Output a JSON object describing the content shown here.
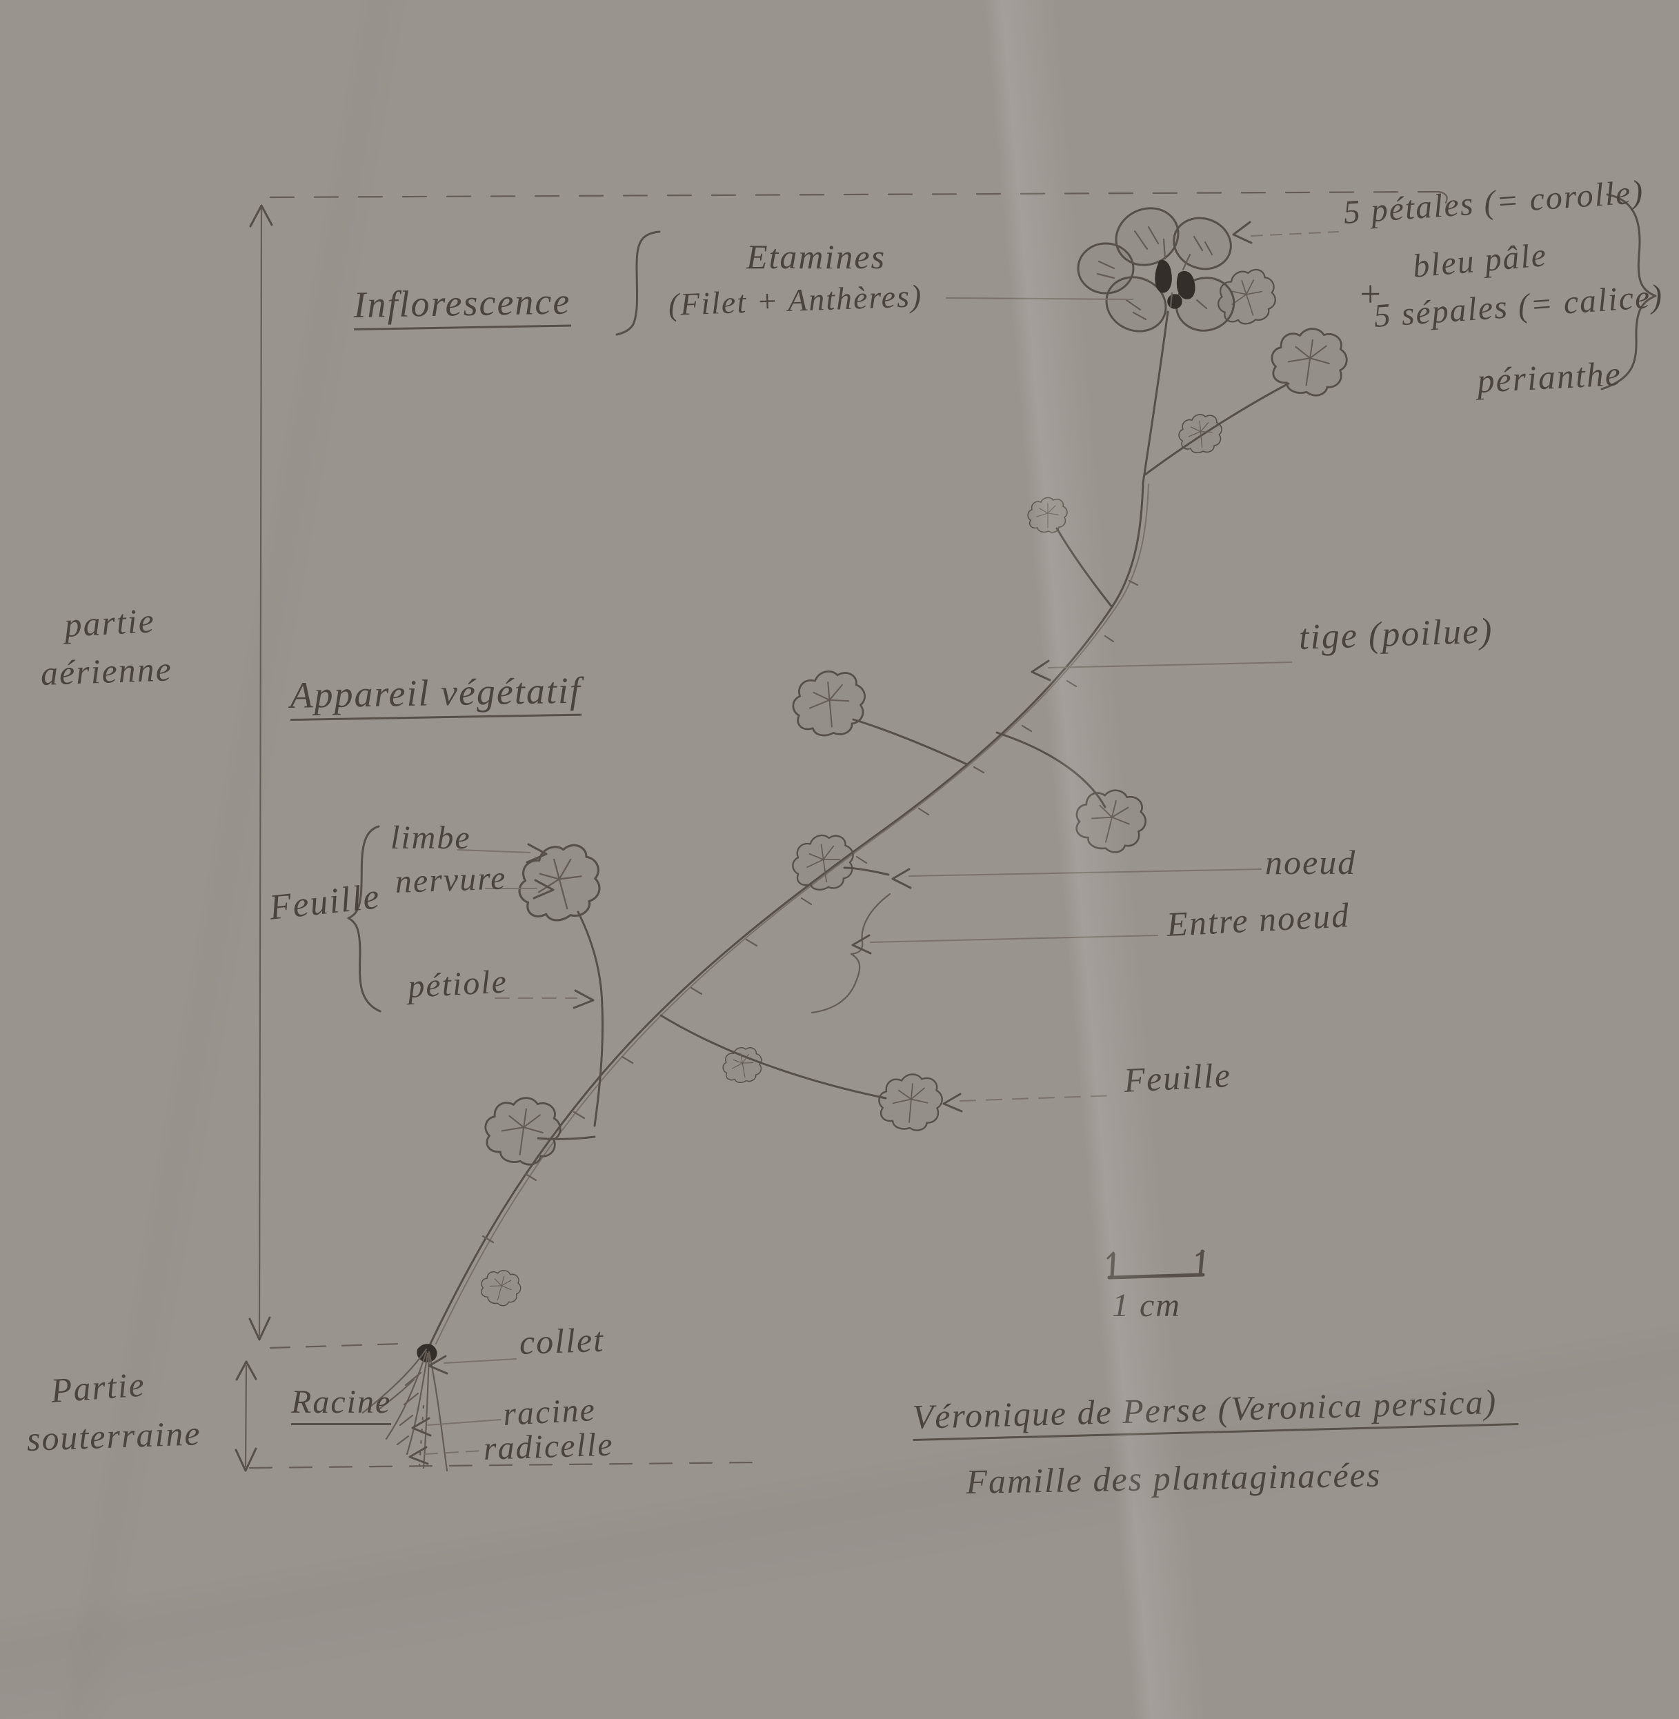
{
  "figure": {
    "kind": "hand-drawn botany lesson diagram (pencil on paper)",
    "title": "Véronique de Perse (Veronica persica)",
    "subtitle": "Famille des plantaginacées",
    "scale_label": "1 cm"
  },
  "regions": {
    "aerial_line1": "partie",
    "aerial_line2": "aérienne",
    "underground_line1": "Partie",
    "underground_line2": "souterraine"
  },
  "sections": {
    "inflorescence": "Inflorescence",
    "vegetative": "Appareil végétatif",
    "root": "Racine"
  },
  "leaf_group": {
    "label": "Feuille",
    "limbe": "limbe",
    "nervure": "nervure",
    "petiole": "pétiole"
  },
  "flower_labels": {
    "etamines": "Etamines",
    "etamines_detail": "(Filet + Anthères)",
    "petals": "5 pétales (= corolle)",
    "petal_color": "bleu pâle",
    "plus": "+",
    "sepals": "5 sépales (= calice)",
    "perianth": "périanthe"
  },
  "stem_labels": {
    "tige": "tige (poilue)",
    "noeud": "noeud",
    "entre_noeud": "Entre noeud",
    "feuille": "Feuille",
    "collet": "collet",
    "racine": "racine",
    "radicelle": "radicelle"
  },
  "colors": {
    "paper": "#cbc5c0",
    "pencil": "#57504a",
    "pencil_dark": "#332e29"
  }
}
